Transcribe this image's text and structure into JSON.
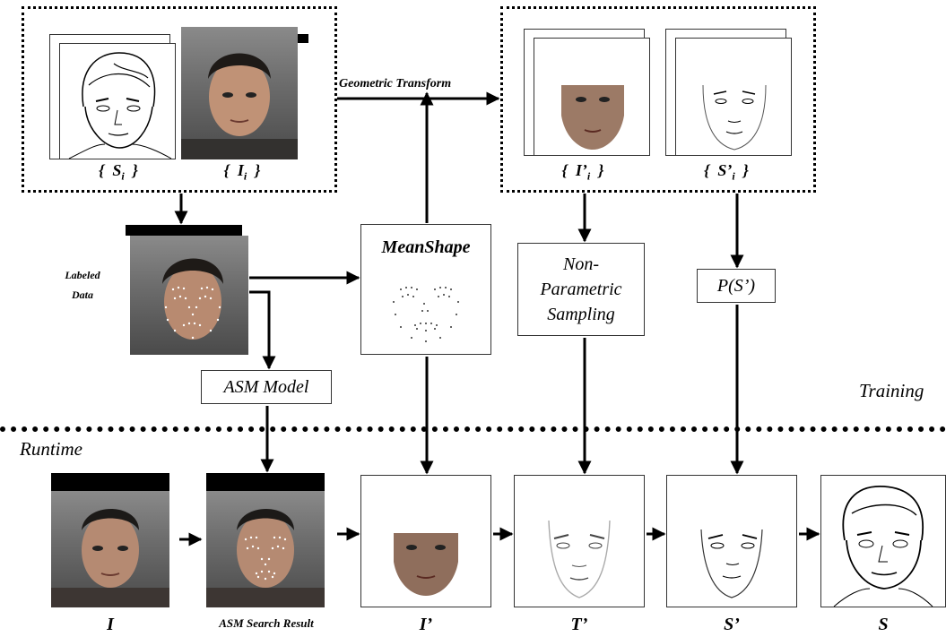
{
  "labels": {
    "geometric_transform": "Geometric Transform",
    "labeled_data": "Labeled\nData",
    "meanshape": "MeanShape",
    "nonparam": "Non-\nParametric\nSampling",
    "ps": "P(S’)",
    "asm_model": "ASM Model",
    "training": "Training",
    "runtime": "Runtime",
    "s_i_brace_open": "{",
    "s_i": "S",
    "s_i_sub": "i",
    "s_i_brace_close": "}",
    "i_i_brace_open": "{",
    "i_i": "I",
    "i_i_sub": "i",
    "i_i_brace_close": "}",
    "ip_i_brace_open": "{",
    "ip_i": "I’",
    "ip_i_sub": "i",
    "ip_i_brace_close": "}",
    "sp_i_brace_open": "{",
    "sp_i": "S’",
    "sp_i_sub": "i",
    "sp_i_brace_close": "}",
    "bottom_I": "I",
    "bottom_asm": "ASM Search Result",
    "bottom_Ip": "I’",
    "bottom_Tp": "T’",
    "bottom_Sp": "S’",
    "bottom_S": "S"
  }
}
